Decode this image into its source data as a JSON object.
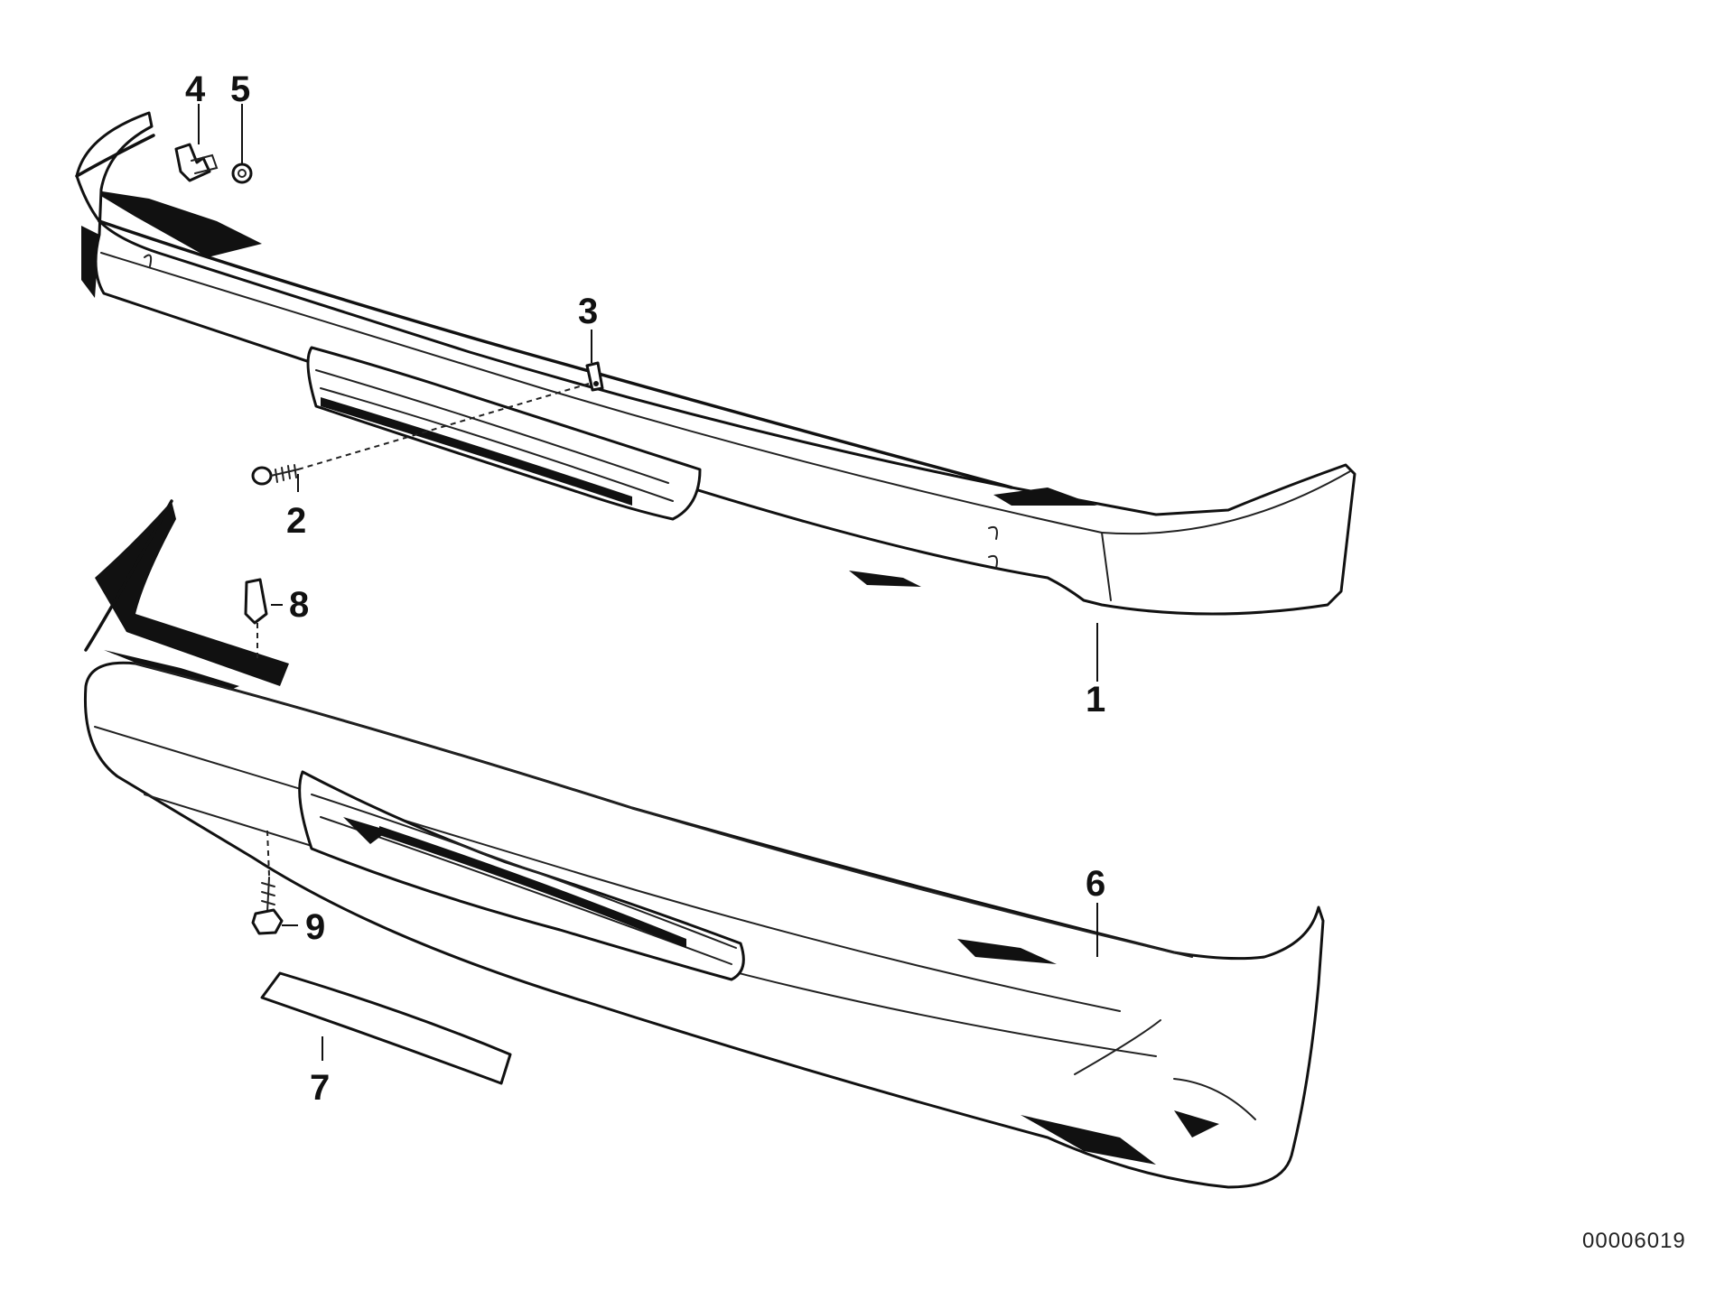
{
  "diagram": {
    "doc_id": "00006019",
    "callouts": {
      "c1": "1",
      "c2": "2",
      "c3": "3",
      "c4": "4",
      "c5": "5",
      "c6": "6",
      "c7": "7",
      "c8": "8",
      "c9": "9"
    },
    "line_color": "#111111",
    "background": "#ffffff"
  }
}
